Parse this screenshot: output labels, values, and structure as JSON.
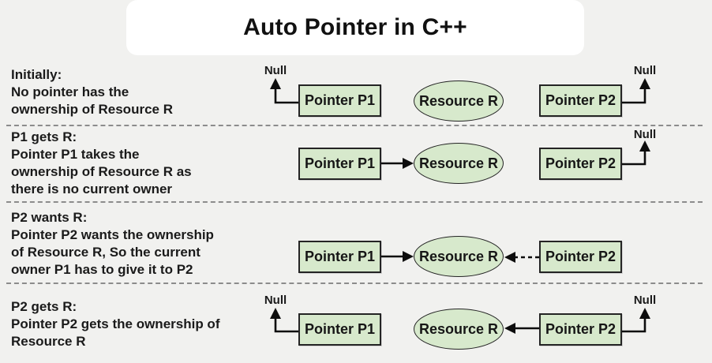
{
  "title": "Auto Pointer in C++",
  "labels": {
    "null": "Null",
    "p1": "Pointer P1",
    "p2": "Pointer P2",
    "resource": "Resource R"
  },
  "colors": {
    "background": "#f1f1ef",
    "card": "#ffffff",
    "node_fill": "#d7e9cc",
    "node_border": "#242424",
    "text": "#1a1a1a",
    "divider": "#8c8c8c",
    "arrow": "#0d0d0d"
  },
  "rows": [
    {
      "heading": "Initially:",
      "lines": [
        "No pointer has the",
        "ownership of Resource R"
      ]
    },
    {
      "heading": "P1 gets R:",
      "lines": [
        "Pointer P1 takes the",
        "ownership of Resource R as",
        "there is no current owner"
      ]
    },
    {
      "heading": "P2 wants R:",
      "lines": [
        "Pointer P2 wants the ownership",
        "of Resource R, So the current",
        "owner P1 has to give it to P2"
      ]
    },
    {
      "heading": "P2 gets R:",
      "lines": [
        "Pointer P2 gets the ownership of",
        "Resource R"
      ]
    }
  ]
}
